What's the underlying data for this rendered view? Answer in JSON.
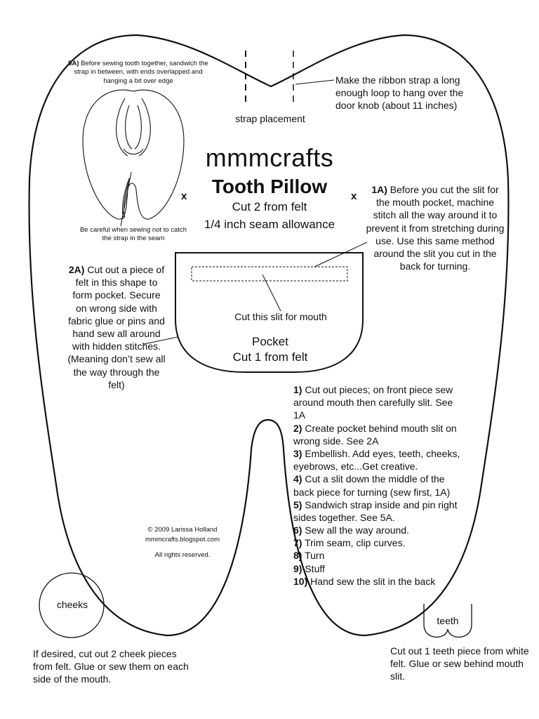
{
  "header": {
    "brand": "mmmcrafts",
    "title": "Tooth Pillow",
    "cut_instruction": "Cut 2 from felt",
    "seam_allowance": "1/4 inch seam allowance",
    "x_mark": "x"
  },
  "strap": {
    "placement_label": "strap placement",
    "ribbon_note": "Make the ribbon strap a long enough loop to hang over the door knob (about 11 inches)"
  },
  "note_5a": {
    "label": "5A)",
    "text": "Before sewing tooth together, sandwich the strap in between, with ends overlapped and hanging a bit over edge",
    "caution": "Be careful when sewing not to catch the strap in the seam"
  },
  "note_1a": {
    "label": "1A)",
    "text": "Before you cut the slit for the mouth pocket, machine stitch all the way around it to prevent it from stretching during use. Use this same method around the slit you cut in the back for turning."
  },
  "note_2a": {
    "label": "2A)",
    "text": "Cut out a piece of felt in this shape to form pocket. Secure on wrong side with fabric glue or pins and hand sew all around with hidden stitches. (Meaning don’t sew all the way through the felt)"
  },
  "pocket": {
    "slit_label": "Cut this slit for mouth",
    "title": "Pocket",
    "cut_instruction": "Cut 1 from felt"
  },
  "steps": [
    {
      "num": "1)",
      "text": "Cut out pieces; on front piece sew around mouth then carefully slit. See 1A"
    },
    {
      "num": "2)",
      "text": "Create pocket behind mouth slit on wrong side. See 2A"
    },
    {
      "num": "3)",
      "text": "Embellish. Add eyes, teeth, cheeks, eyebrows, etc...Get creative."
    },
    {
      "num": "4)",
      "text": "Cut a slit down the middle of the back piece for turning (sew first, 1A)"
    },
    {
      "num": "5)",
      "text": "Sandwich strap inside and pin right sides together. See 5A."
    },
    {
      "num": "6)",
      "text": "Sew all the way around."
    },
    {
      "num": "7)",
      "text": "Trim seam, clip curves."
    },
    {
      "num": "8)",
      "text": "Turn"
    },
    {
      "num": "9)",
      "text": "Stuff"
    },
    {
      "num": "10)",
      "text": "Hand sew the slit in the back"
    }
  ],
  "copyright": {
    "line1": "© 2009 Larissa Holland",
    "line2": "mmmcrafts.blogspot.com",
    "line3": "All rights reserved."
  },
  "cheeks": {
    "label": "cheeks",
    "note": "If desired, cut out 2 cheek pieces from felt. Glue or sew them on each side of the mouth."
  },
  "teeth": {
    "label": "teeth",
    "note": "Cut out 1 teeth piece from white felt. Glue or sew behind mouth slit."
  }
}
